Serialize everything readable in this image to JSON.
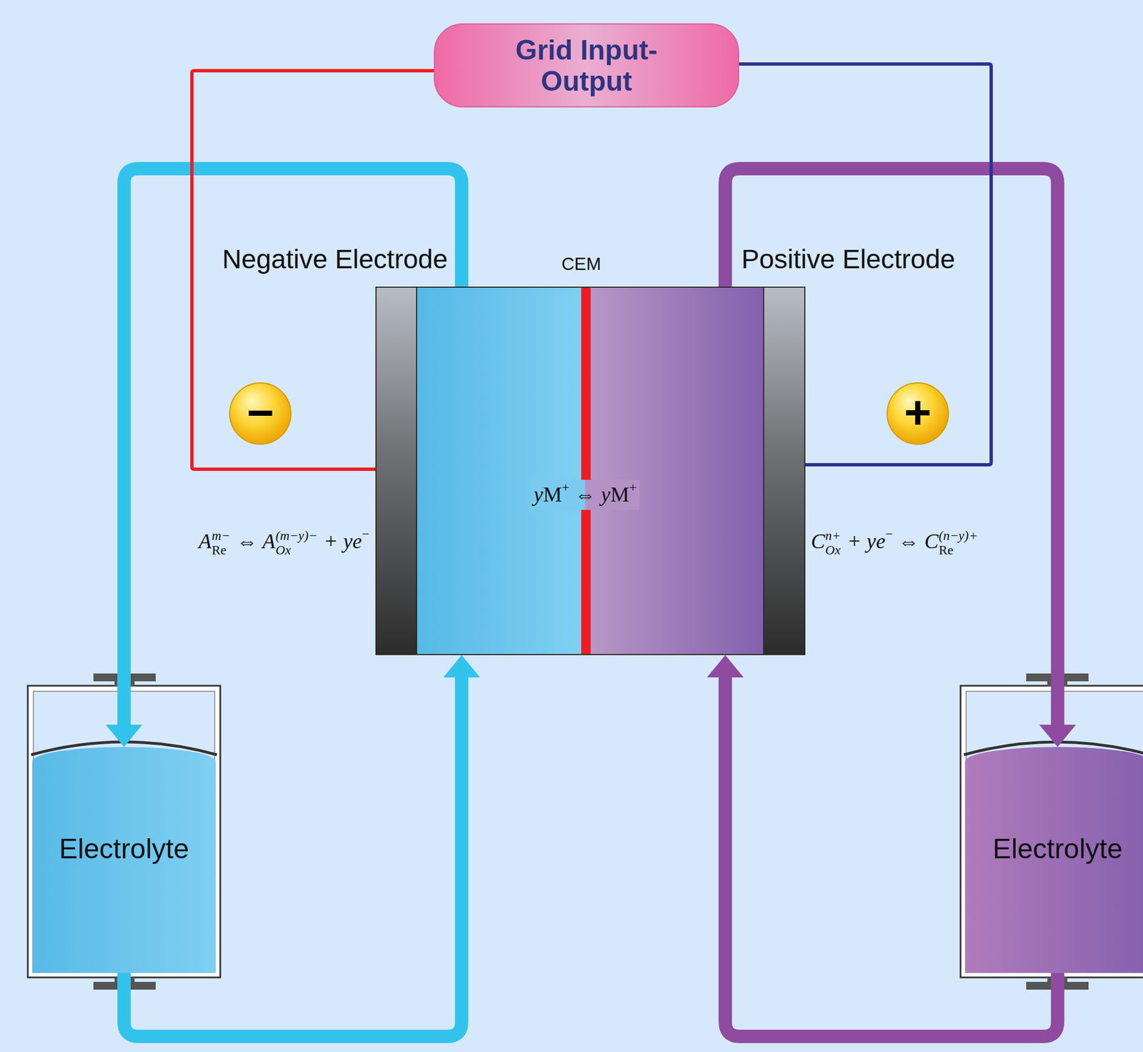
{
  "diagram": {
    "nodes": [
      {
        "text": [
          "Grid Input-Output"
        ]
      },
      {
        "text": [
          "Negative Electrode"
        ]
      },
      {
        "text": [
          "Positive Electrode"
        ]
      },
      {
        "text": [
          "Electrolyte"
        ]
      },
      {
        "text": [
          "Electrolyte"
        ]
      }
    ],
    "edges": [
      {
        "from": 1,
        "to": 3,
        "arrow": "to"
      },
      {
        "from": 3,
        "to": 1,
        "arrow": "to"
      },
      {
        "from": 2,
        "to": 4,
        "arrow": "to"
      },
      {
        "from": 4,
        "to": 2,
        "arrow": "to"
      },
      {
        "from": 0,
        "to": 1,
        "arrow": "none"
      },
      {
        "from": 0,
        "to": 2,
        "arrow": "none"
      }
    ],
    "labels": [
      "CEM",
      "yM+ ⇔ yM+",
      "Am−Re ⇔ A(m−y)−Ox + ye−",
      "Cn+Ox + ye− ⇔ C(n−y)+Re",
      "−",
      "+"
    ]
  }
}
